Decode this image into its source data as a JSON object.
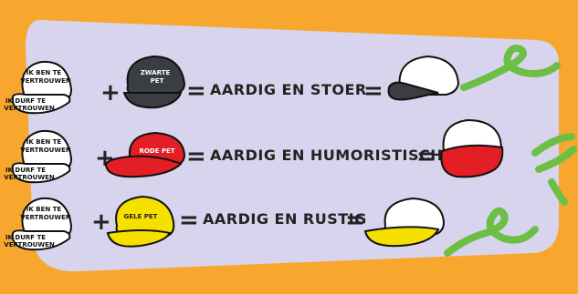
{
  "caps": {
    "trust_cap_line_a": [
      "IK BEN TE",
      "VERTROUWEN"
    ],
    "trust_cap_line_b": [
      "IK DURF TE",
      "VERTROUWEN"
    ]
  },
  "rows": [
    {
      "left_cap_label": [
        "ZWARTE",
        "PET"
      ],
      "left_cap_color": "#3A3D42",
      "left_cap_text_color": "#ffffff",
      "equation": "AARDIG EN STOER",
      "result_top_color": "#ffffff",
      "result_bottom_color": "#ffffff",
      "result_brim_color": "#3A3D42"
    },
    {
      "left_cap_label": [
        "RODE PET"
      ],
      "left_cap_color": "#E31E24",
      "left_cap_text_color": "#ffffff",
      "equation": "AARDIG EN HUMORISTISCH",
      "result_top_color": "#ffffff",
      "result_bottom_color": "#E31E24",
      "result_brim_color": "#E31E24"
    },
    {
      "left_cap_label": [
        "GELE PET"
      ],
      "left_cap_color": "#F5E000",
      "left_cap_text_color": "#222222",
      "equation": "AARDIG EN RUSTIG",
      "result_top_color": "#ffffff",
      "result_bottom_color": "#F5E000",
      "result_brim_color": "#F5E000"
    }
  ],
  "operators": {
    "plus": "+",
    "equals": "="
  },
  "colors": {
    "background": "#F7A72E",
    "panel": "#D8D4EE",
    "ribbon": "#6DBE45",
    "outline": "#111111"
  }
}
